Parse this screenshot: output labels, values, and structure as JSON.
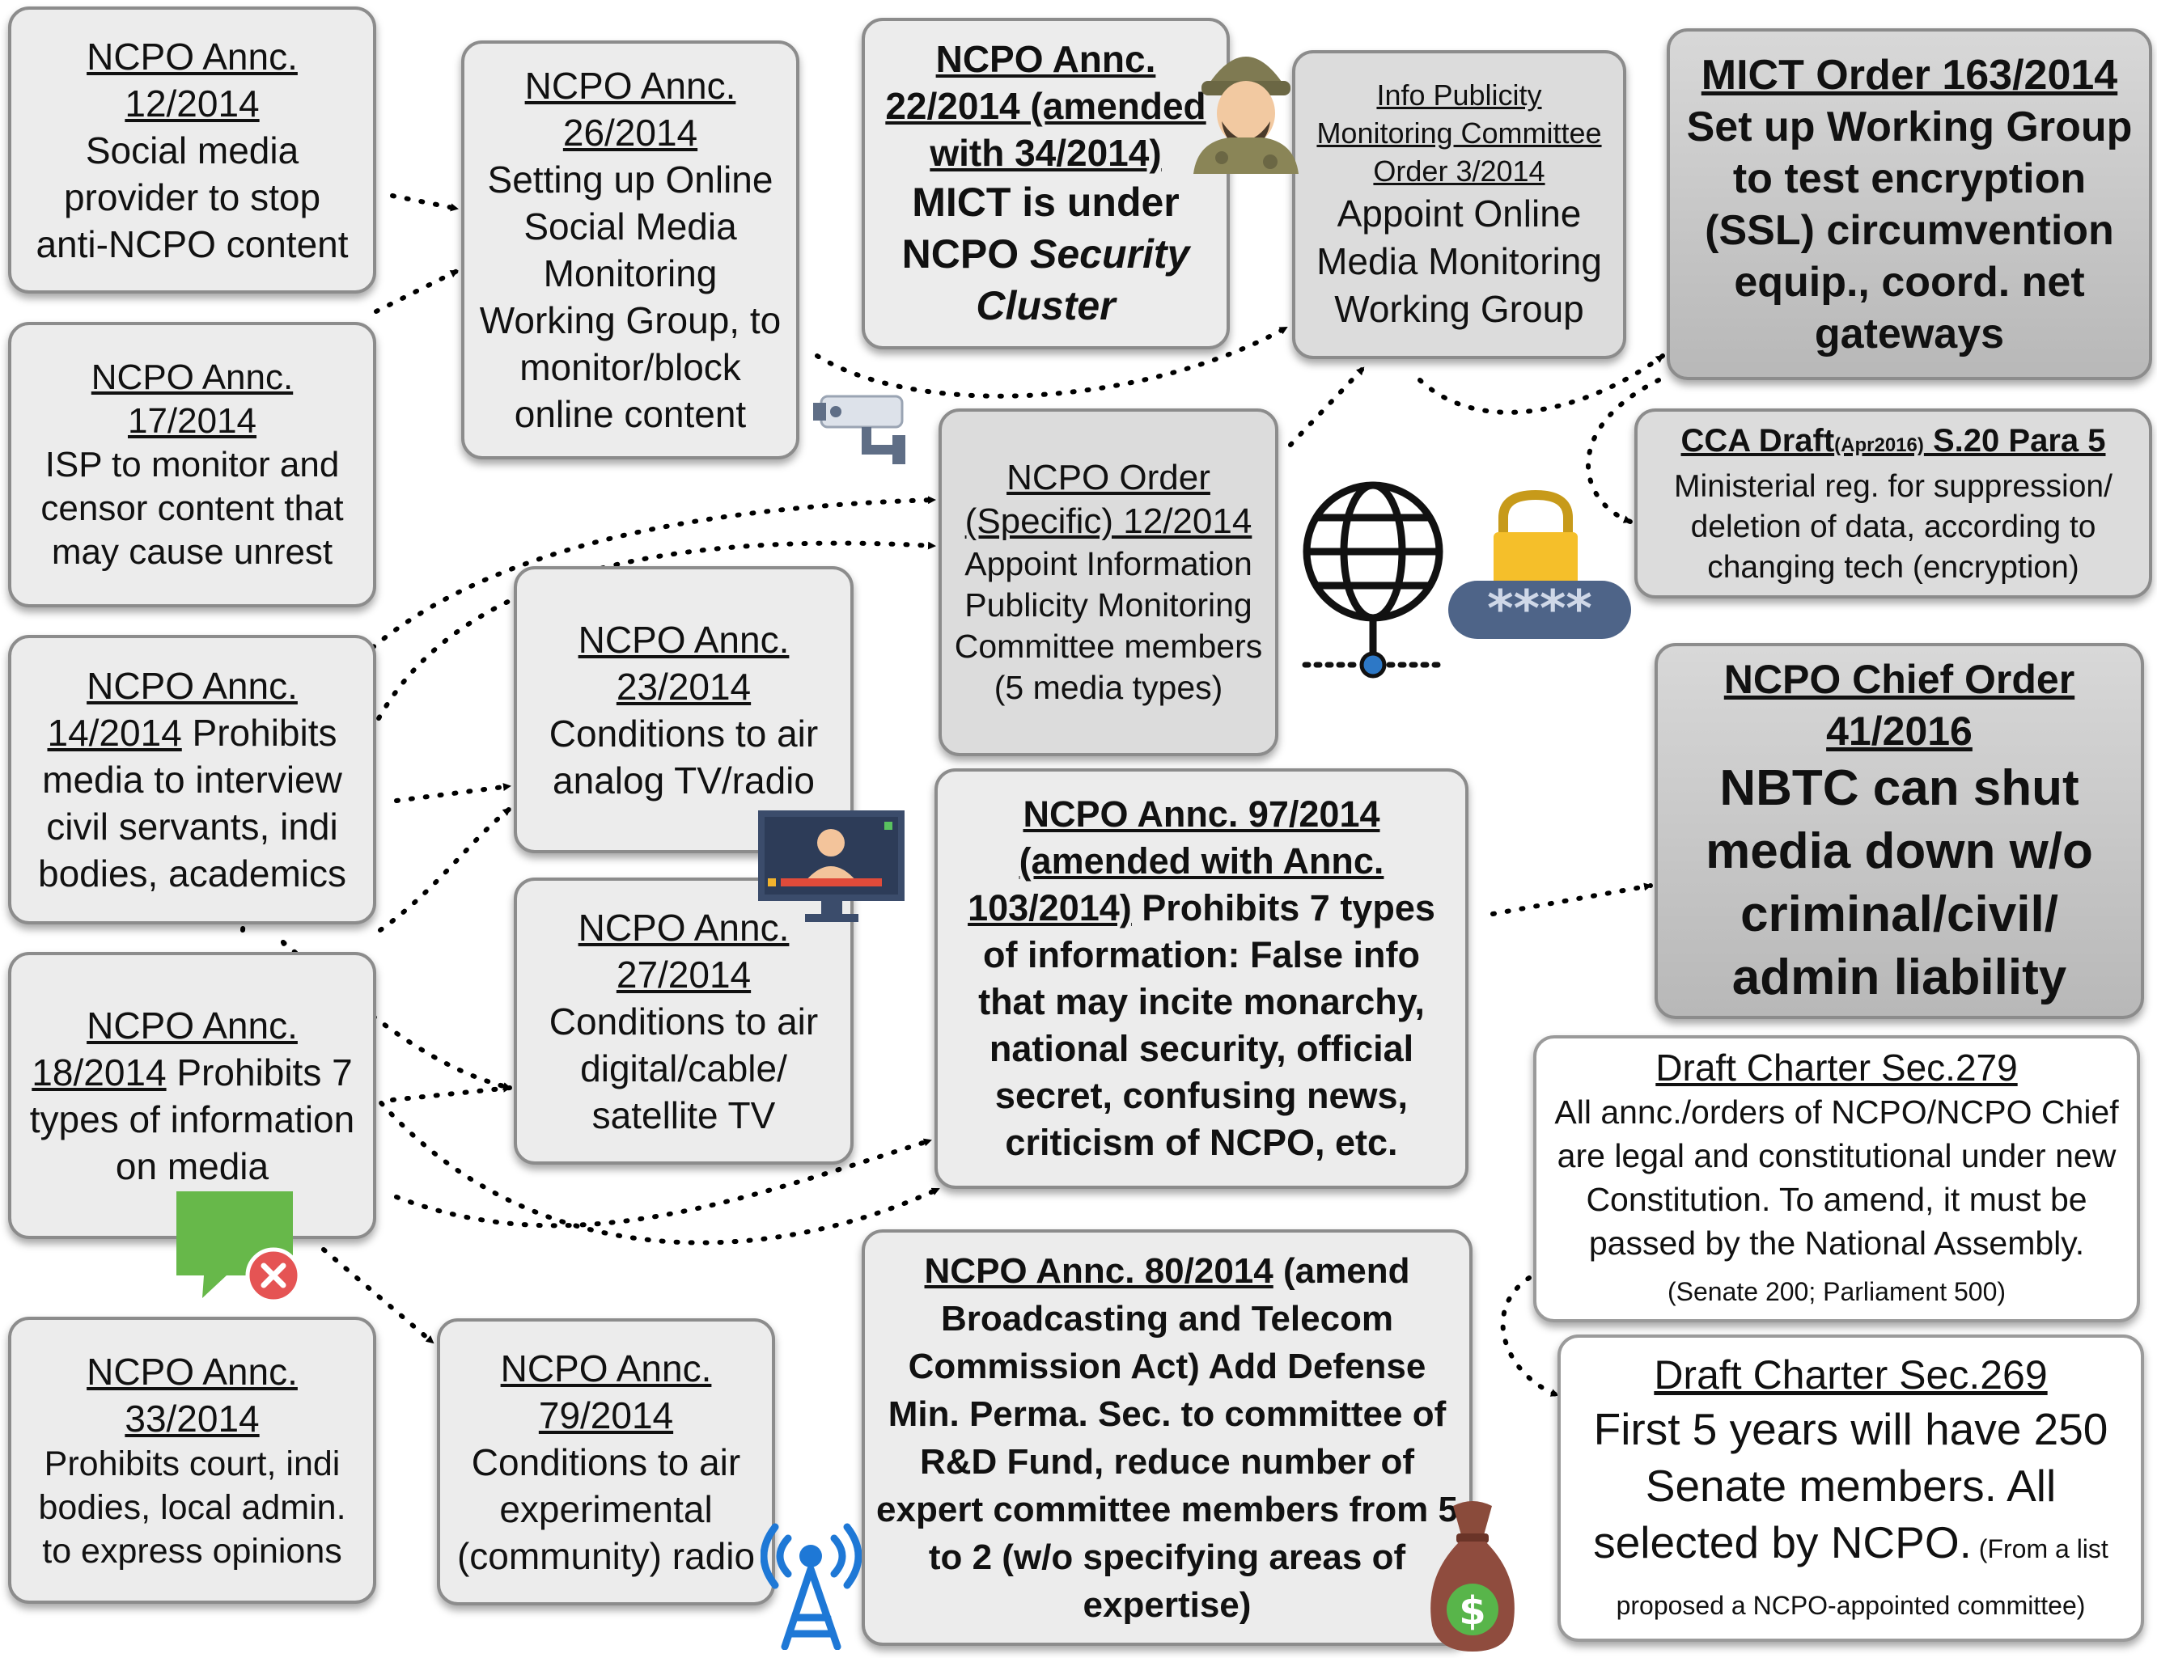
{
  "boxes": {
    "a12": {
      "title_l1": "NCPO Annc.",
      "title_l2": "12/2014",
      "body": "Social media provider to stop anti-NCPO content"
    },
    "a17": {
      "title_l1": "NCPO Annc.",
      "title_l2": "17/2014",
      "body": "ISP to monitor and censor content that may cause unrest"
    },
    "a14": {
      "title": "NCPO Annc. 14/2014",
      "body": "Prohibits media to interview civil servants, indi bodies, academics"
    },
    "a18": {
      "title": "NCPO Annc. 18/2014",
      "body": "Prohibits 7 types of information on media"
    },
    "a33": {
      "title_l1": "NCPO Annc.",
      "title_l2": "33/2014",
      "body": "Prohibits court, indi bodies, local admin. to express opinions"
    },
    "a26": {
      "title_l1": "NCPO Annc.",
      "title_l2": "26/2014",
      "body": "Setting up Online Social Media Monitoring Working Group, to monitor/block online content"
    },
    "a23": {
      "title_l1": "NCPO Annc.",
      "title_l2": "23/2014",
      "body": "Conditions to air analog TV/radio"
    },
    "a27": {
      "title_l1": "NCPO Annc.",
      "title_l2": "27/2014",
      "body": "Conditions to air digital/cable/ satellite TV"
    },
    "a79": {
      "title_l1": "NCPO Annc.",
      "title_l2": "79/2014",
      "body": "Conditions to air experimental (community) radio"
    },
    "a22": {
      "title": "NCPO Annc. 22/2014 (amended with 34/2014)",
      "body_l1": "MICT is under",
      "body_l2a": "NCPO ",
      "body_l2b": "Security",
      "body_l3": "Cluster"
    },
    "o12": {
      "title_l1": "NCPO Order",
      "title_l2": "(Specific) 12/2014",
      "body": "Appoint Information Publicity Monitoring Committee members",
      "note": "(5 media types)"
    },
    "ipmc": {
      "title": "Info Publicity Monitoring Committee Order 3/2014",
      "body": "Appoint Online Media Monitoring Working Group"
    },
    "mict": {
      "title": "MICT Order 163/2014",
      "body": "Set up Working Group to test encryption (SSL) circumvention equip., coord. net gateways"
    },
    "cca": {
      "title_a": "CCA Draft",
      "title_small": "(Apr2016)",
      "title_b": " S.20 Para 5",
      "body": "Ministerial reg. for suppression/ deletion of data, according to changing tech (encryption)"
    },
    "chief": {
      "title_l1": "NCPO Chief Order",
      "title_l2": "41/2016",
      "body": "NBTC can shut media down w/o criminal/civil/ admin liability"
    },
    "a97": {
      "title_a": "NCPO Annc. 97/2014",
      "title_b": "(amended with Annc.",
      "title_c": "103/2014)",
      "body_a": " Prohibits 7 types",
      "body_b": "of information: False info that may incite monarchy, national security, official secret, confusing news, criticism of NCPO, etc."
    },
    "a80": {
      "title": "NCPO Annc. 80/2014",
      "body_a": " (amend",
      "body_b": "Broadcasting and Telecom Commission Act) Add Defense Min. Perma. Sec. to committee of R&D Fund, reduce number of expert committee members from 5 to 2 (w/o specifying areas of expertise)"
    },
    "s279": {
      "title": "Draft Charter Sec.279",
      "body": "All annc./orders of NCPO/NCPO Chief are legal and constitutional under new Constitution. To amend, it must be passed by the National Assembly.",
      "note": " (Senate 200; Parliament 500)"
    },
    "s269": {
      "title": "Draft Charter Sec.269",
      "body": "First 5 years will have 250 Senate members. All selected by NCPO.",
      "note": " (From a list proposed a NCPO-appointed committee)"
    }
  },
  "icons": {
    "soldier": "soldier-icon",
    "camera": "cctv-camera-icon",
    "globe": "globe-network-icon",
    "lock": "padlock-password-icon",
    "tv": "tv-broadcaster-icon",
    "chat": "blocked-chat-icon",
    "antenna": "radio-antenna-icon",
    "money": "money-bag-icon"
  },
  "colors": {
    "box_fill": "#ececec",
    "box_border": "#8c8c8c",
    "dark_box": "#b8b8b8",
    "link": "#000000"
  }
}
